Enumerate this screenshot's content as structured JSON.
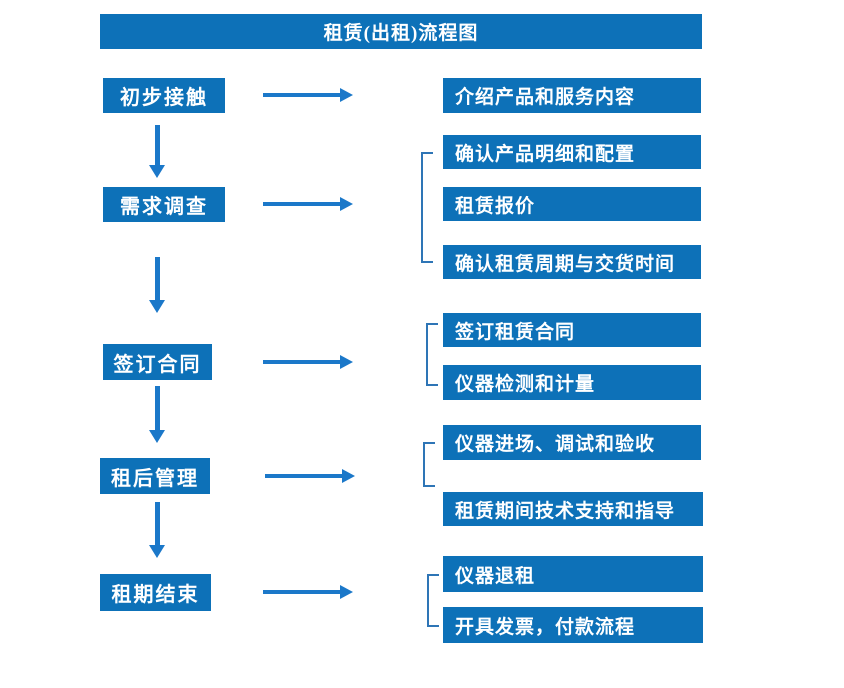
{
  "title": "租赁(出租)流程图",
  "colors": {
    "box_blue": "#0d71b8",
    "arrow_blue": "#1b78c9",
    "bracket_blue": "#2e75b6",
    "text_white": "#ffffff",
    "background": "#ffffff"
  },
  "steps": [
    {
      "label": "初步接触",
      "details": [
        "介绍产品和服务内容"
      ]
    },
    {
      "label": "需求调查",
      "details": [
        "确认产品明细和配置",
        "租赁报价",
        "确认租赁周期与交货时间"
      ]
    },
    {
      "label": "签订合同",
      "details": [
        "签订租赁合同",
        "仪器检测和计量"
      ]
    },
    {
      "label": "租后管理",
      "details": [
        "仪器进场、调试和验收",
        "租赁期间技术支持和指导"
      ]
    },
    {
      "label": "租期结束",
      "details": [
        "仪器退租",
        "开具发票，付款流程"
      ]
    }
  ]
}
